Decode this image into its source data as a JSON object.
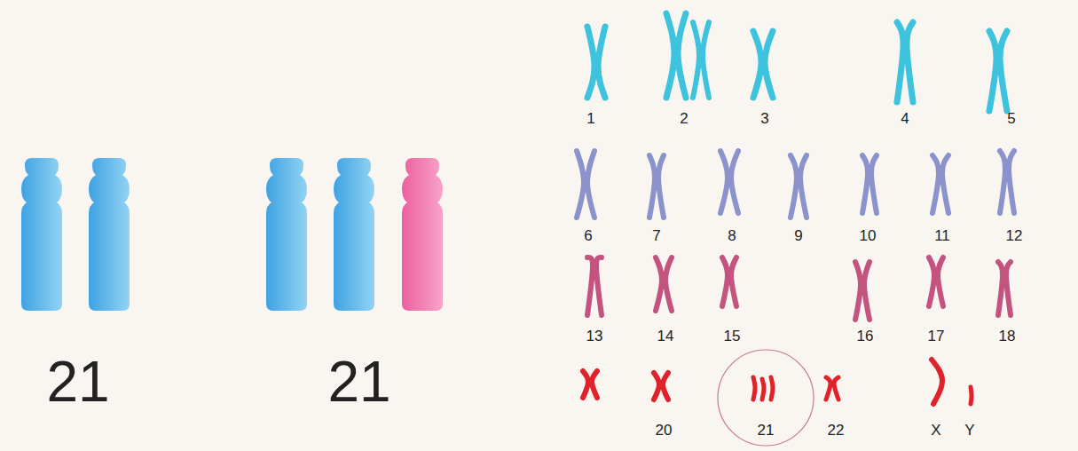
{
  "diagram": {
    "nodes": [
      {
        "text": [
          "21"
        ]
      }
    ],
    "labels": [
      "21",
      "21",
      "1",
      "2",
      "3",
      "4",
      "5",
      "6",
      "7",
      "8",
      "9",
      "10",
      "11",
      "12",
      "13",
      "14",
      "15",
      "16",
      "17",
      "18",
      "20",
      "22",
      "X",
      "Y"
    ]
  }
}
